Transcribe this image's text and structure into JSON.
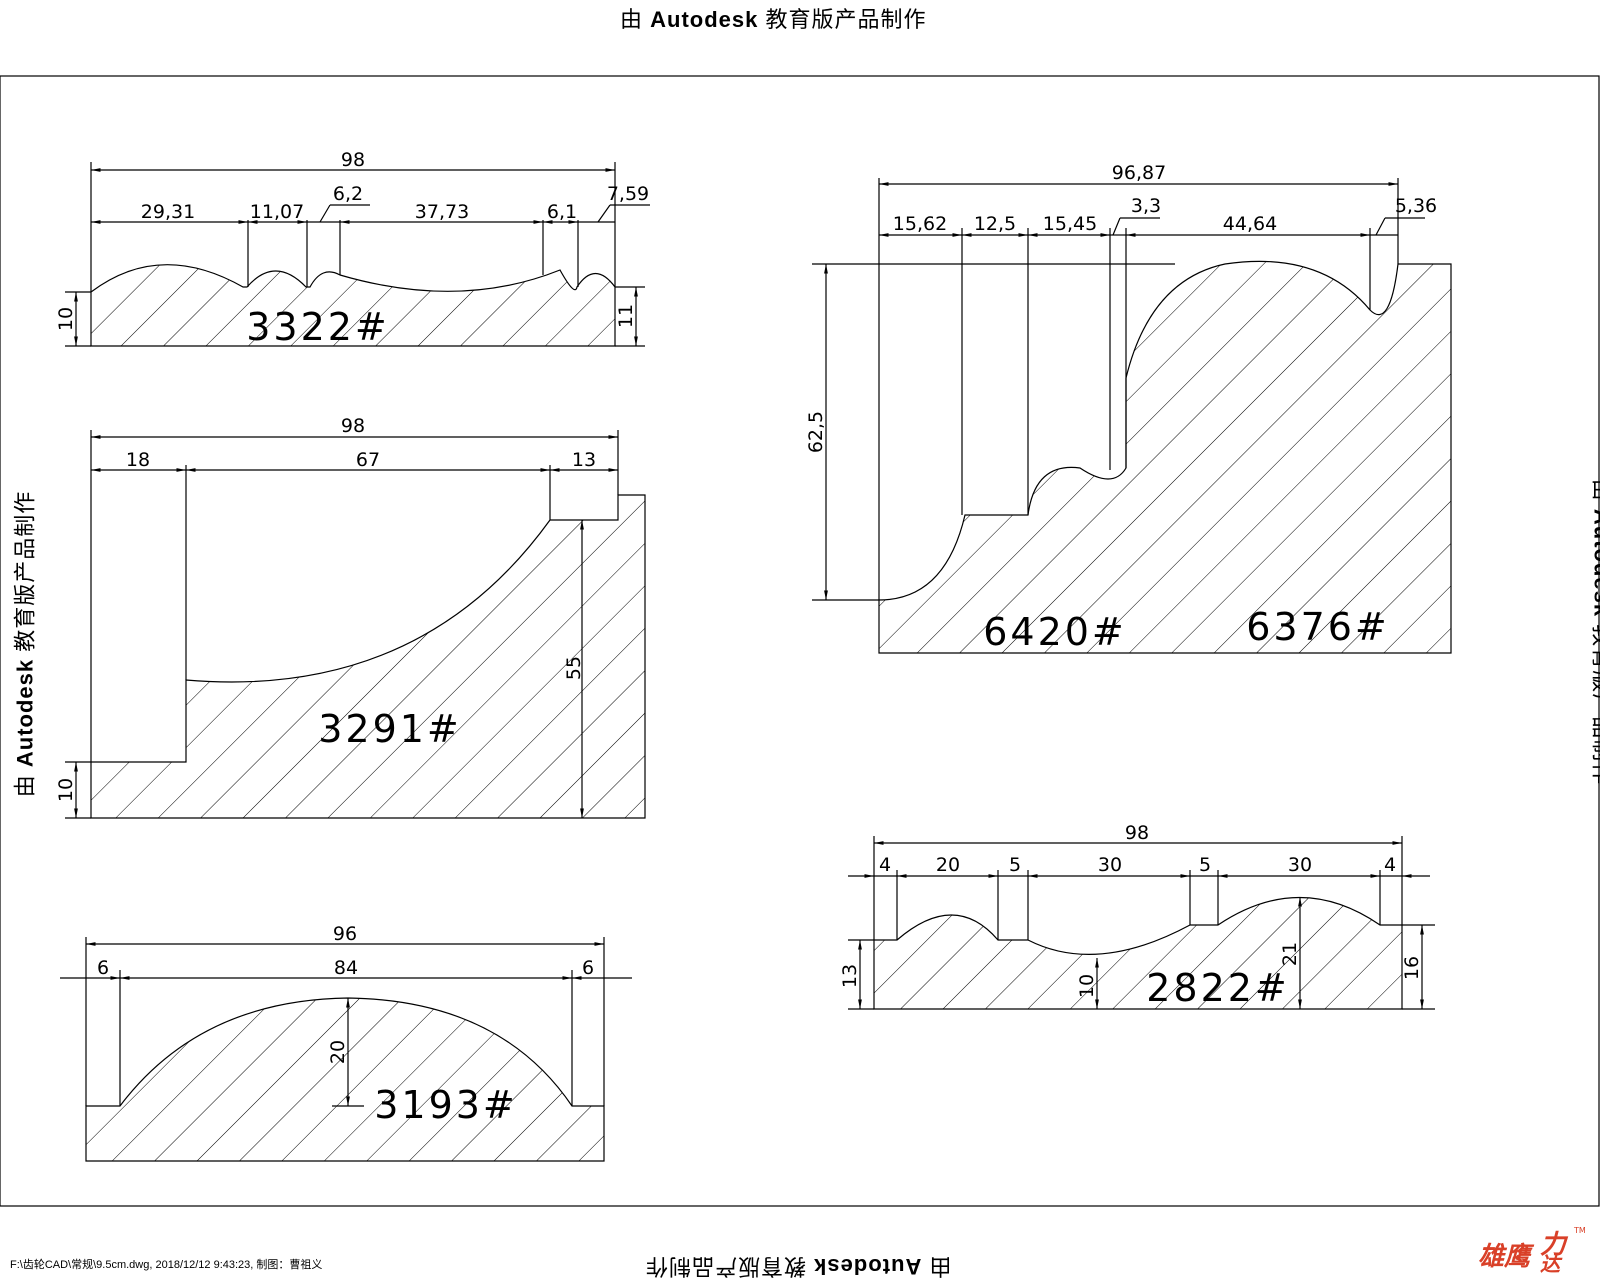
{
  "watermark": {
    "prefix": "由 ",
    "brand": "Autodesk",
    "suffix": " 教育版产品制作"
  },
  "footer": {
    "file_info": "F:\\齿轮CAD\\常规\\9.5cm.dwg, 2018/12/12 9:43:23, 制图：曹祖义"
  },
  "logo": {
    "text1": "雄鹰",
    "text2": "力",
    "text3": "达",
    "tm": "TM",
    "color": "#d94028"
  },
  "profiles": {
    "p3322": {
      "label": "3322#",
      "dims": [
        "98",
        "29,31",
        "11,07",
        "6,2",
        "37,73",
        "6,1",
        "7,59",
        "10",
        "11"
      ]
    },
    "p3291": {
      "label": "3291#",
      "dims": [
        "98",
        "18",
        "67",
        "13",
        "55",
        "10"
      ]
    },
    "p3193": {
      "label": "3193#",
      "dims": [
        "96",
        "6",
        "84",
        "6",
        "20"
      ]
    },
    "p6420": {
      "label": "6420#",
      "label2": "6376#",
      "dims": [
        "96,87",
        "15,62",
        "12,5",
        "15,45",
        "3,3",
        "44,64",
        "5,36",
        "62,5"
      ]
    },
    "p2822": {
      "label": "2822#",
      "dims": [
        "98",
        "4",
        "20",
        "5",
        "30",
        "5",
        "30",
        "4",
        "13",
        "21",
        "10",
        "16"
      ]
    }
  }
}
